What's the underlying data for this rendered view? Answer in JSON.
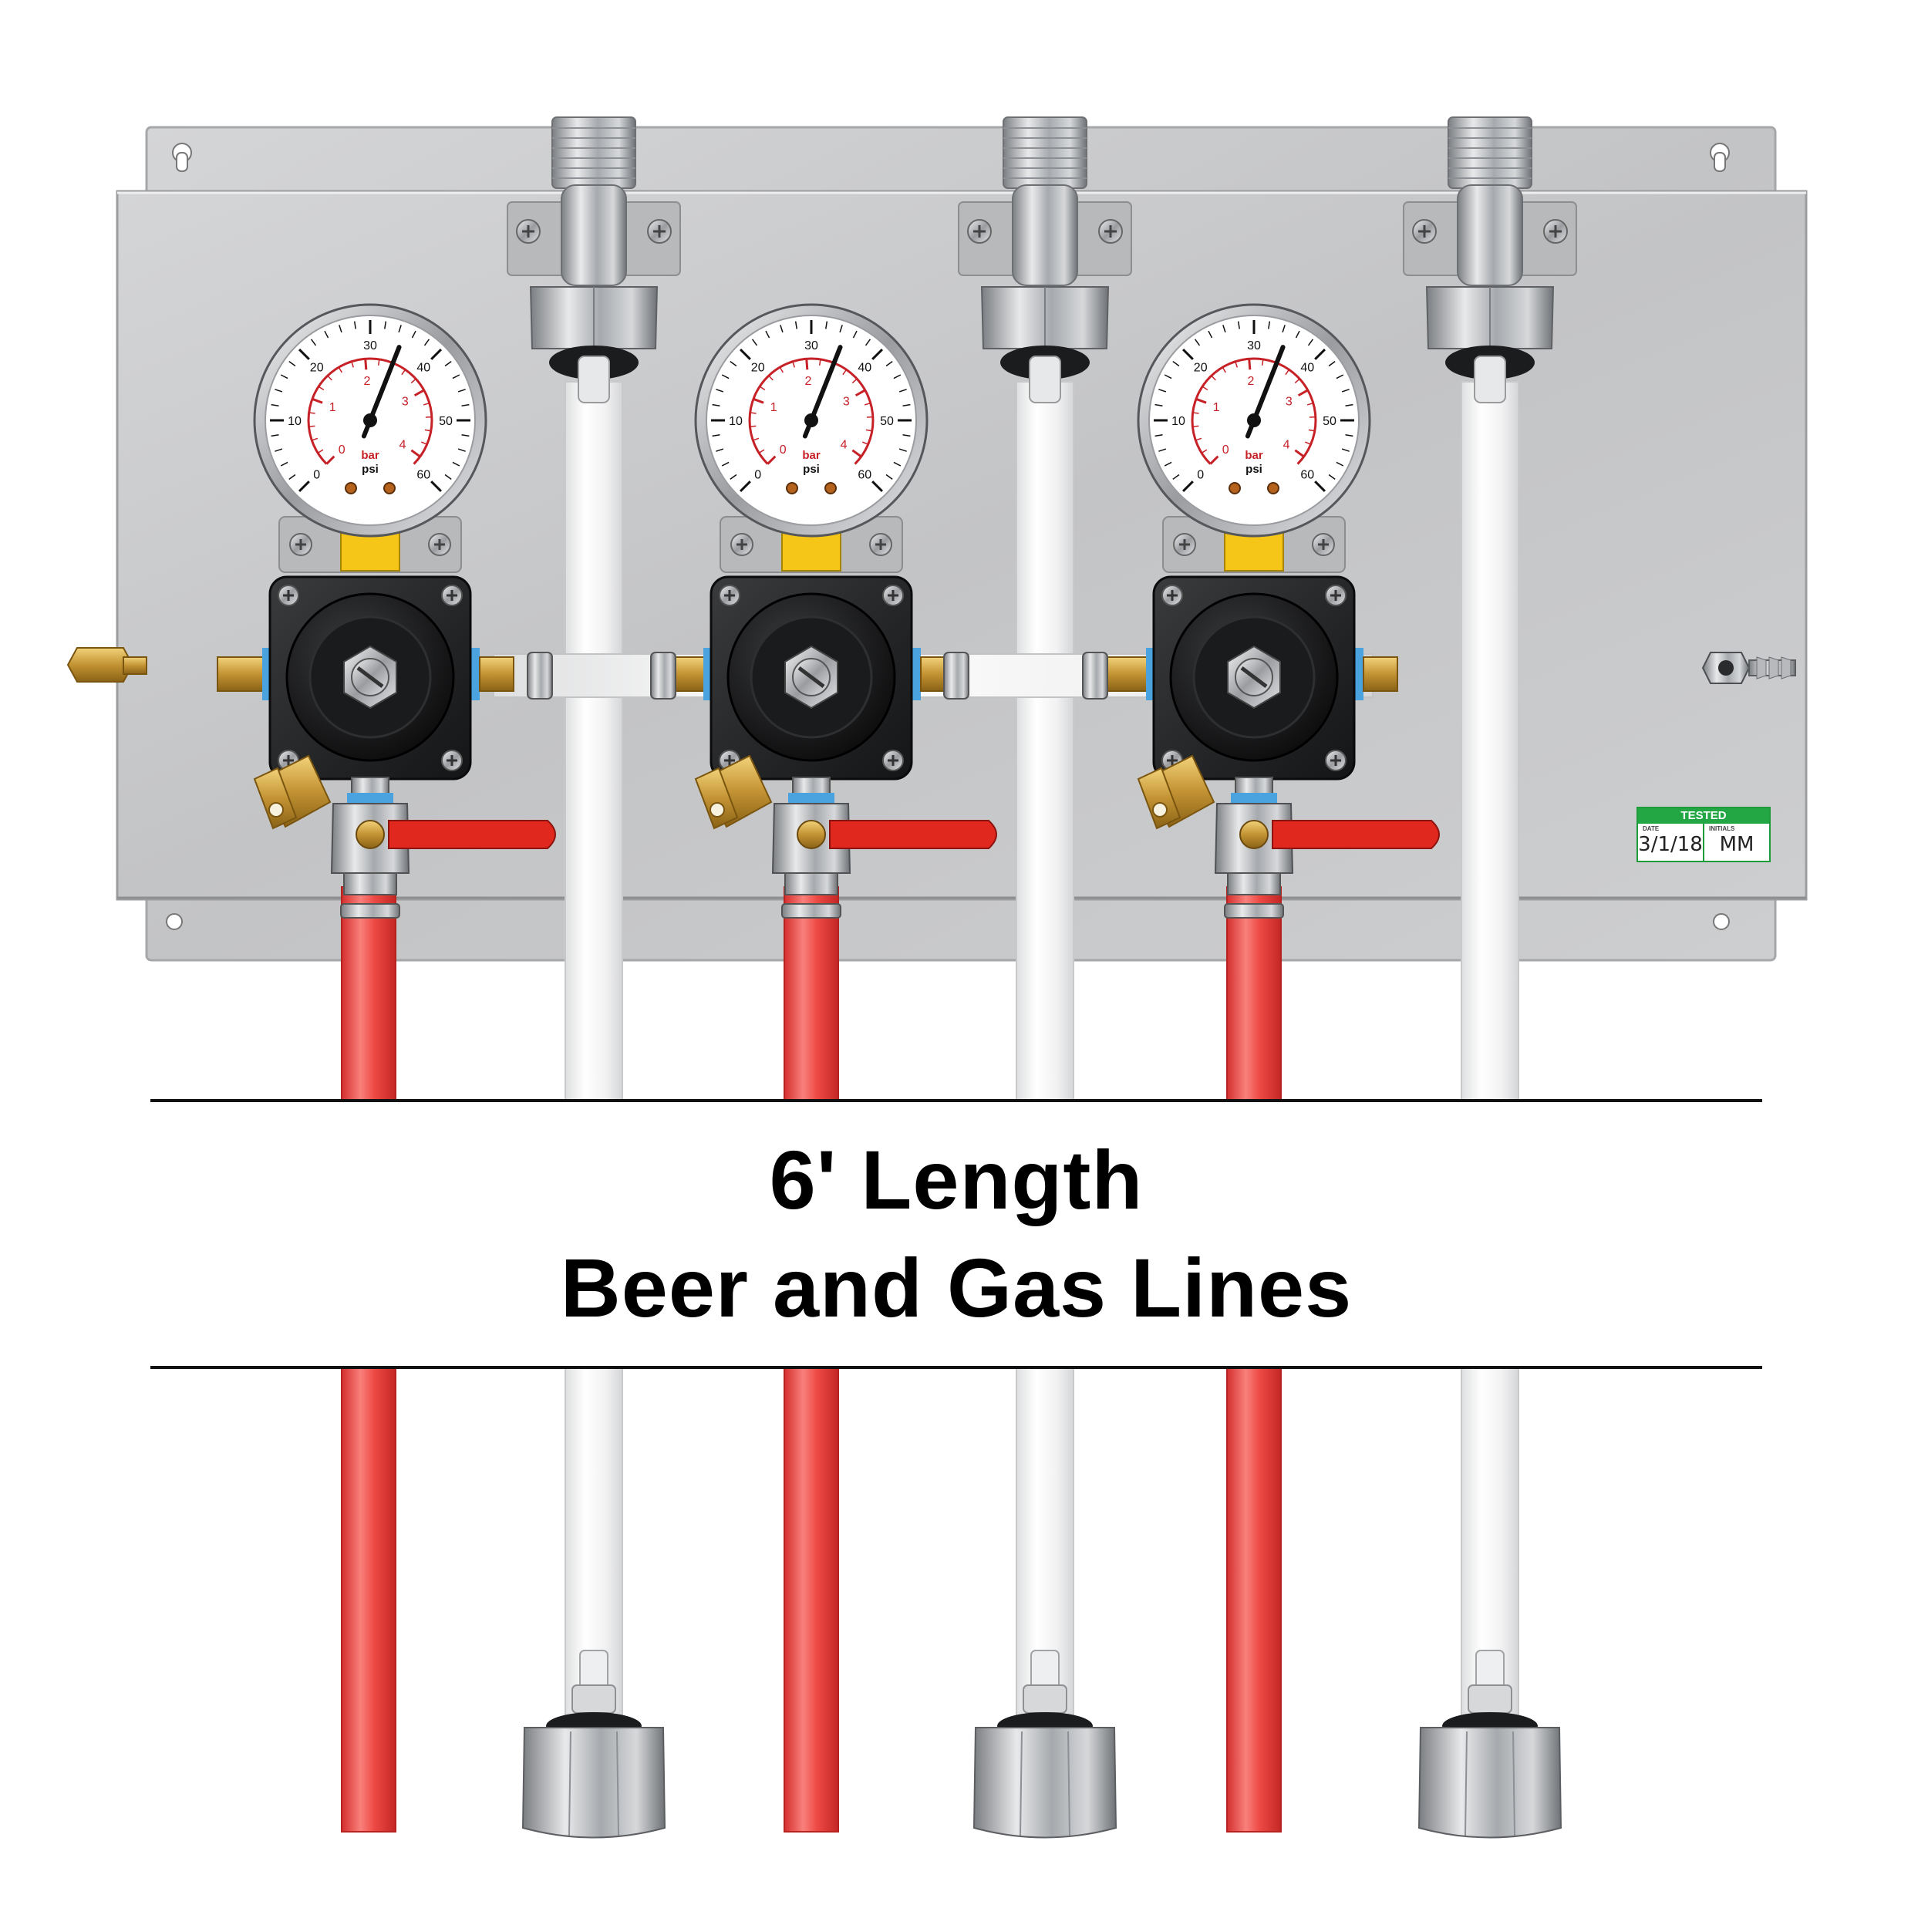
{
  "caption": {
    "line1": "6' Length",
    "line2": "Beer and Gas Lines"
  },
  "tested_tag": {
    "header": "TESTED",
    "date_label": "DATE",
    "initials_label": "INITIALS",
    "date_value": "3/1/18",
    "initials_value": "MM"
  },
  "gauge": {
    "psi_ticks": [
      "0",
      "10",
      "20",
      "30",
      "40",
      "50",
      "60"
    ],
    "bar_ticks": [
      "0",
      "1",
      "2",
      "3",
      "4"
    ],
    "unit_bar": "bar",
    "unit_psi": "psi"
  },
  "regulator_count": 3,
  "colors": {
    "gas_line": "#e8403f",
    "beer_line": "#f1f2f2",
    "panel": "#c8c9cb",
    "valve_handle": "#e0281f",
    "brass": "#c69a3a",
    "tag_green": "#22a744",
    "gauge_red": "#c62127"
  }
}
